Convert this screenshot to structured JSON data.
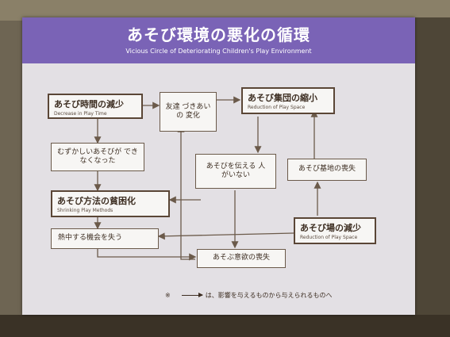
{
  "title": "あそび環境の悪化の循環",
  "subtitle": "Vicious Circle of Deteriorating Children's Play Environment",
  "nodes": {
    "decrease_time": {
      "ja": "あそび時間の減少",
      "en": "Decrease in Play Time"
    },
    "friends": {
      "ja": "友達 づきあいの 変化"
    },
    "group_shrink": {
      "ja": "あそび集団の縮小",
      "en": "Reduction of Play Space"
    },
    "difficult_play": {
      "ja": "むずかしいあそびが できなくなった"
    },
    "no_teacher": {
      "ja": "あそびを伝える 人がいない"
    },
    "base_loss": {
      "ja": "あそび基地の喪失"
    },
    "methods": {
      "ja": "あそび方法の貧困化",
      "en": "Shrinking Play Methods"
    },
    "place_decrease": {
      "ja": "あそび場の減少",
      "en": "Reduction of Play Space"
    },
    "lose_absorb": {
      "ja": "熱中する機会を失う"
    },
    "motivation_loss": {
      "ja": "あそぶ意欲の喪失"
    }
  },
  "note": {
    "mark": "※",
    "text": "は、影響を与えるものから与えられるものへ"
  },
  "colors": {
    "header": "#7a63b6",
    "screen": "#e3e0e4",
    "line": "#6b5a4a",
    "text": "#3d2e22"
  }
}
